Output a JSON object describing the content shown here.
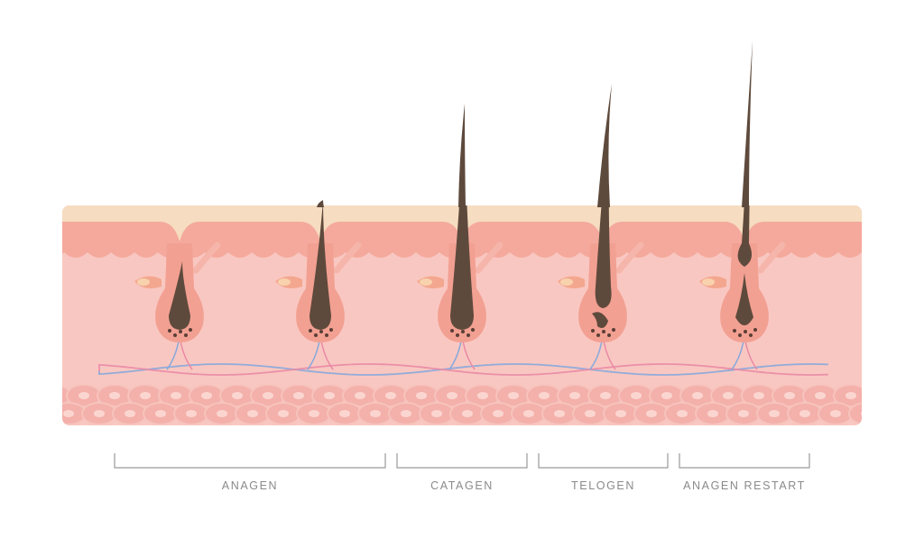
{
  "phases": [
    {
      "label": "ANAGEN"
    },
    {
      "label": "CATAGEN"
    },
    {
      "label": "TELOGEN"
    },
    {
      "label": "ANAGEN RESTART"
    }
  ],
  "colors": {
    "stratum": "#f6dcc0",
    "epidermis": "#f4a99c",
    "dermis": "#f9c7c1",
    "follicle": "#f2a092",
    "hair": "#5e4a3c",
    "fat": "#f4b0aa",
    "fat_center": "#fbd6d1",
    "vein": "#86a9dc",
    "artery": "#e98aa6",
    "label": "#8a8a8a"
  }
}
